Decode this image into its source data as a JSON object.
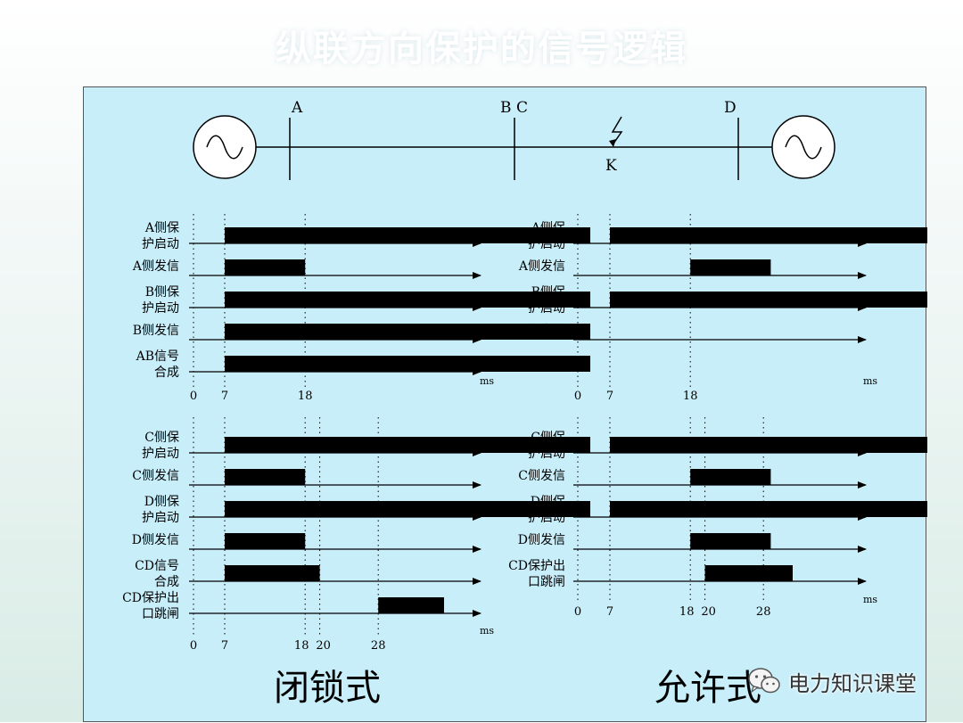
{
  "slide_title": "纵联方向保护的信号逻辑",
  "bus_labels": {
    "A": "A",
    "B": "B",
    "C": "C",
    "D": "D",
    "K": "K"
  },
  "colors": {
    "panel": "#c8eefa",
    "bar": "#000000",
    "line": "#000000"
  },
  "unit": "ms",
  "left_title": "闭锁式",
  "right_title": "允许式",
  "watermark": "电力知识课堂",
  "diagrams": {
    "left_top": {
      "ticks": [
        0,
        7,
        18
      ],
      "rows": [
        {
          "label": [
            "A侧保",
            "护启动"
          ],
          "bars": [
            [
              7,
              57
            ]
          ]
        },
        {
          "label": [
            "A侧发信"
          ],
          "bars": [
            [
              7,
              18
            ]
          ]
        },
        {
          "label": [
            "B侧保",
            "护启动"
          ],
          "bars": [
            [
              7,
              57
            ]
          ]
        },
        {
          "label": [
            "B侧发信"
          ],
          "bars": [
            [
              7,
              57
            ]
          ]
        },
        {
          "label": [
            "AB信号",
            "合成"
          ],
          "bars": [
            [
              7,
              57
            ]
          ]
        }
      ]
    },
    "right_top": {
      "ticks": [
        0,
        7,
        18
      ],
      "rows": [
        {
          "label": [
            "A侧保",
            "护启动"
          ],
          "bars": [
            [
              7,
              57
            ]
          ]
        },
        {
          "label": [
            "A侧发信"
          ],
          "bars": [
            [
              18,
              29
            ]
          ]
        },
        {
          "label": [
            "B侧保",
            "护启动"
          ],
          "bars": [
            [
              7,
              57
            ]
          ]
        },
        {
          "label": [
            "B侧发信"
          ],
          "bars": []
        }
      ]
    },
    "left_bottom": {
      "ticks": [
        0,
        7,
        18,
        20,
        28
      ],
      "rows": [
        {
          "label": [
            "C侧保",
            "护启动"
          ],
          "bars": [
            [
              7,
              57
            ]
          ]
        },
        {
          "label": [
            "C侧发信"
          ],
          "bars": [
            [
              7,
              18
            ]
          ]
        },
        {
          "label": [
            "D侧保",
            "护启动"
          ],
          "bars": [
            [
              7,
              57
            ]
          ]
        },
        {
          "label": [
            "D侧发信"
          ],
          "bars": [
            [
              7,
              18
            ]
          ]
        },
        {
          "label": [
            "CD信号",
            "合成"
          ],
          "bars": [
            [
              7,
              20
            ]
          ]
        },
        {
          "label": [
            "CD保护出",
            "口跳闸"
          ],
          "bars": [
            [
              28,
              37
            ]
          ]
        }
      ]
    },
    "right_bottom": {
      "ticks": [
        0,
        7,
        18,
        20,
        28
      ],
      "rows": [
        {
          "label": [
            "C侧保",
            "护启动"
          ],
          "bars": [
            [
              7,
              57
            ]
          ]
        },
        {
          "label": [
            "C侧发信"
          ],
          "bars": [
            [
              18,
              29
            ]
          ]
        },
        {
          "label": [
            "D侧保",
            "护启动"
          ],
          "bars": [
            [
              7,
              57
            ]
          ]
        },
        {
          "label": [
            "D侧发信"
          ],
          "bars": [
            [
              18,
              29
            ]
          ]
        },
        {
          "label": [
            "CD保护出",
            "口跳闸"
          ],
          "bars": [
            [
              20,
              32
            ]
          ]
        }
      ]
    }
  }
}
